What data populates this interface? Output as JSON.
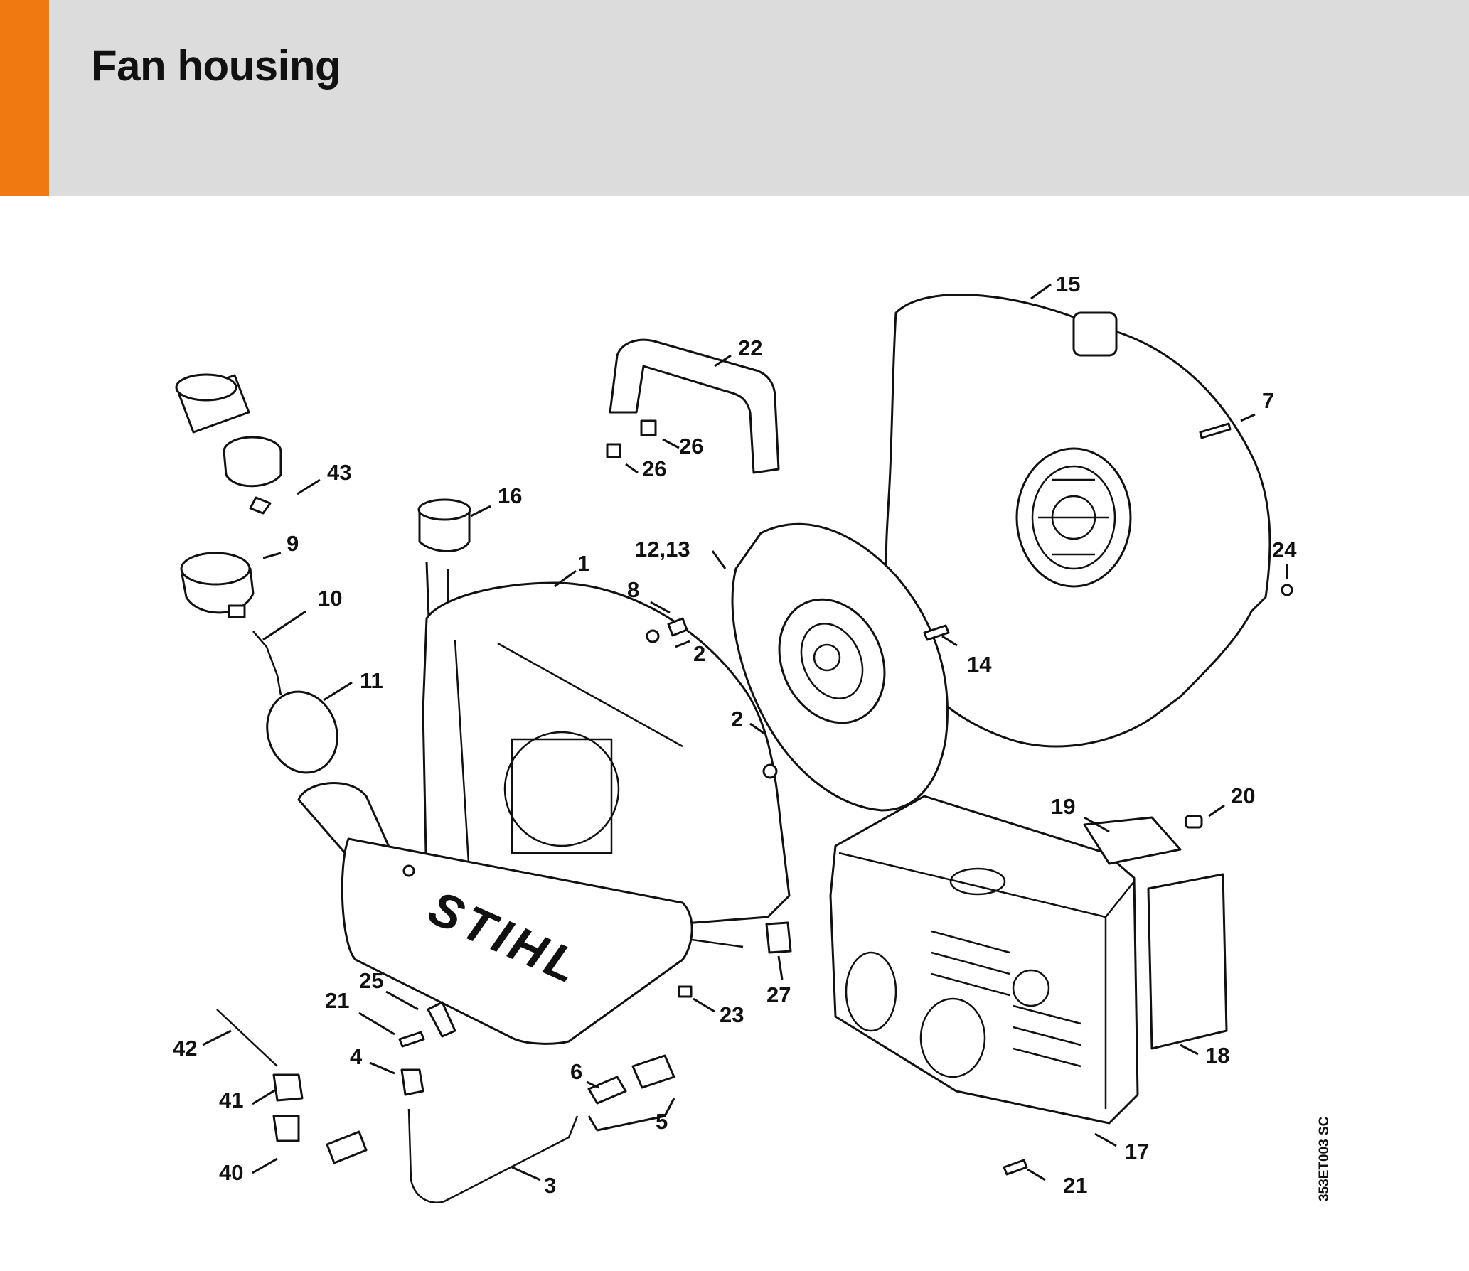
{
  "header": {
    "title": "Fan housing",
    "accent_color": "#ef7a11",
    "band_color": "#dcdcdc"
  },
  "diagram": {
    "brand_label": "STIHL",
    "figure_code": "353ET003 SC",
    "callouts": [
      "15",
      "22",
      "7",
      "26",
      "26",
      "43",
      "16",
      "12,13",
      "9",
      "1",
      "8",
      "24",
      "10",
      "2",
      "14",
      "11",
      "2",
      "19",
      "20",
      "25",
      "21",
      "27",
      "23",
      "42",
      "4",
      "6",
      "18",
      "41",
      "5",
      "17",
      "40",
      "3",
      "21"
    ]
  }
}
